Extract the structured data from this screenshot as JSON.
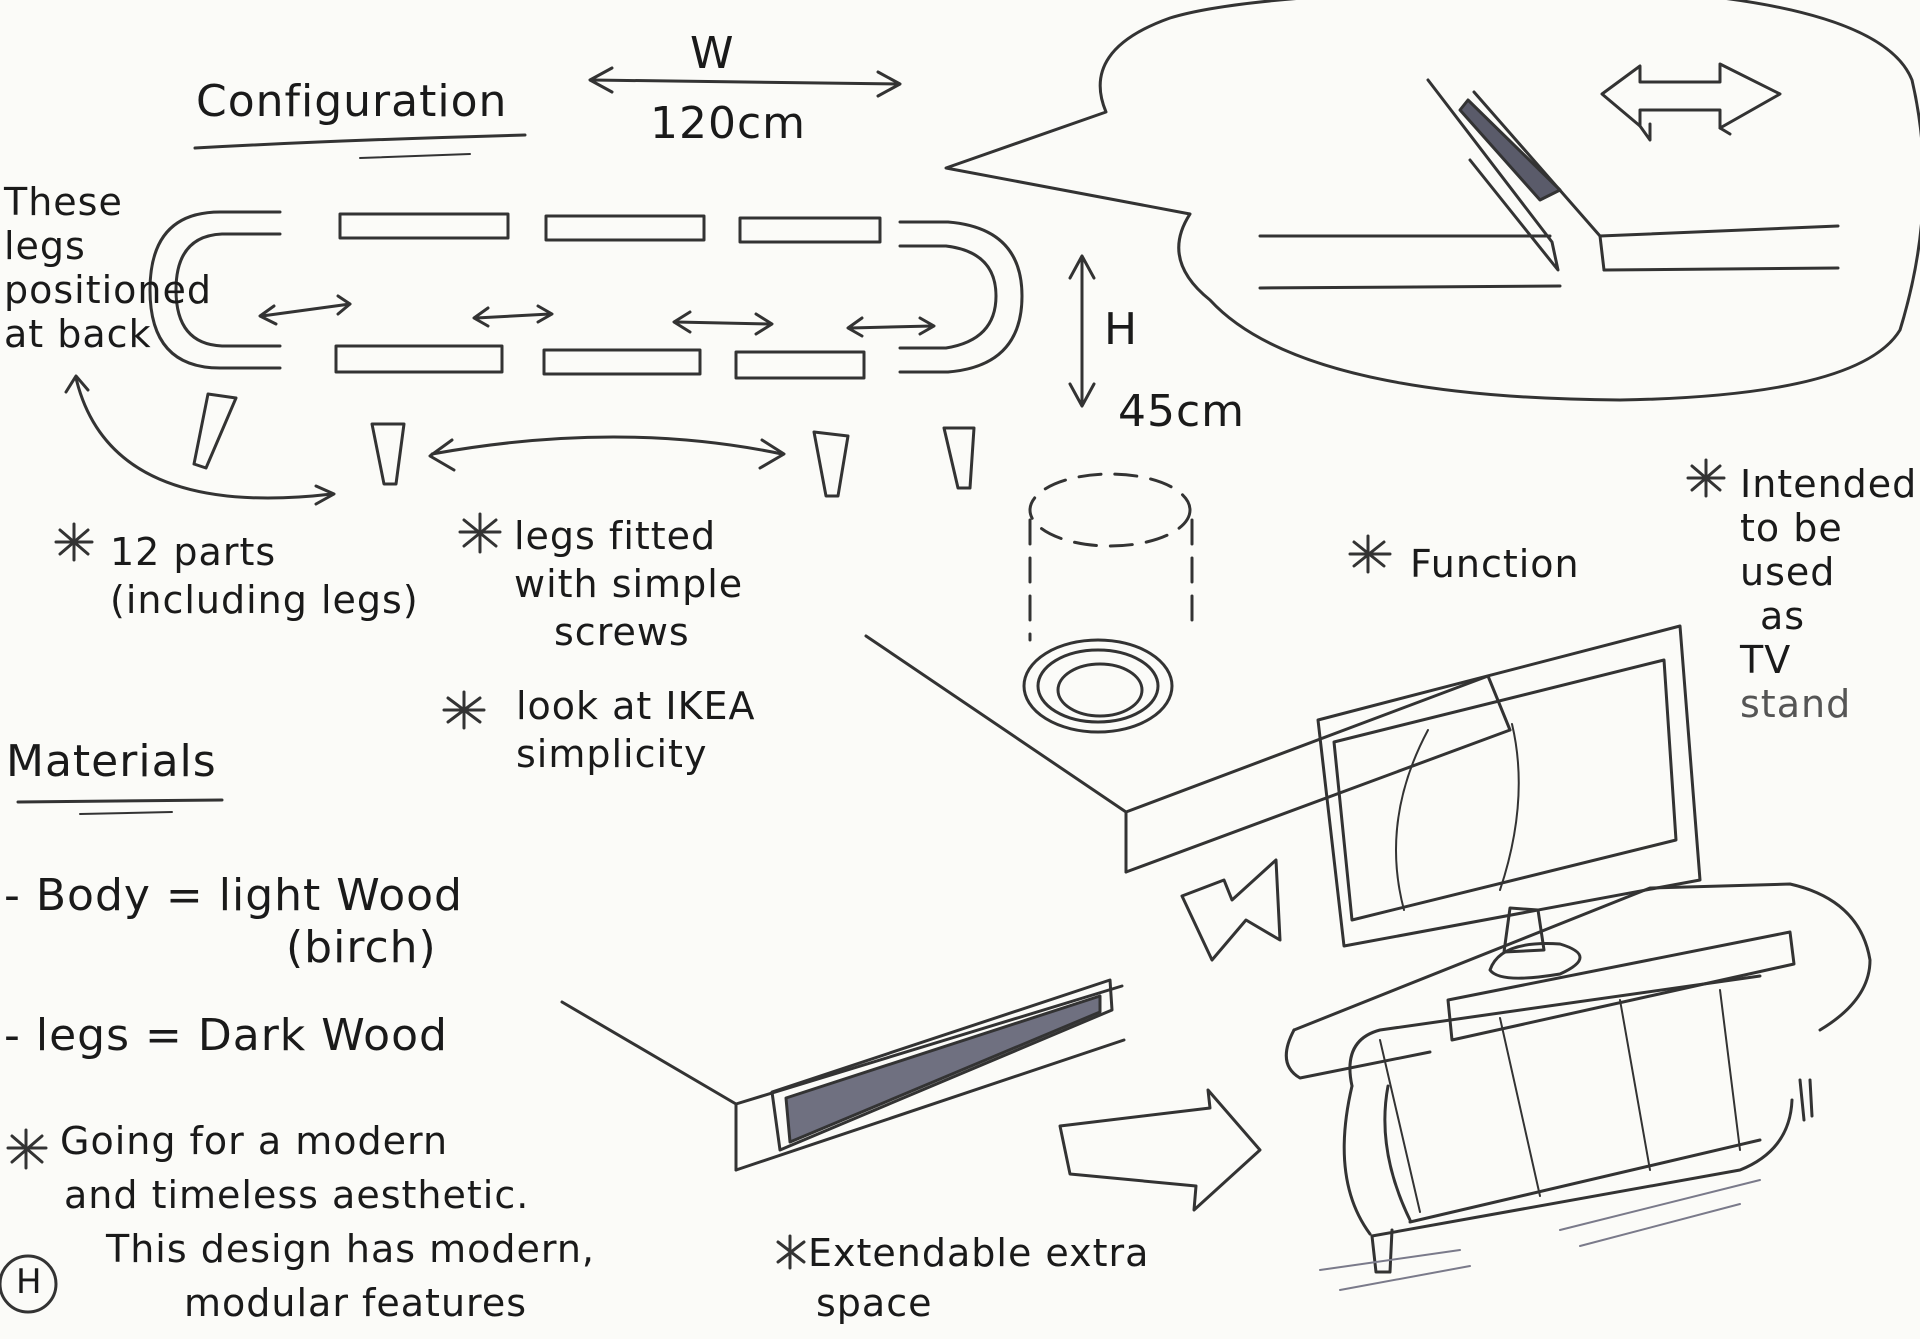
{
  "header": {
    "title": "Configuration",
    "width_label": "W",
    "width_value": "120cm"
  },
  "height": {
    "label": "H",
    "value": "45cm"
  },
  "notes": {
    "legs_position": [
      "These",
      "legs",
      "positioned",
      "at back"
    ],
    "parts": [
      "12 parts",
      "(including legs)"
    ],
    "screws": [
      "legs fitted",
      "with simple",
      "screws"
    ],
    "ikea": [
      "look at IKEA",
      "simplicity"
    ],
    "function": "Function",
    "intended": [
      "Intended",
      "to be",
      "used",
      "as",
      "TV",
      "stand"
    ],
    "extendable": [
      "Extendable extra",
      "space"
    ]
  },
  "materials": {
    "heading": "Materials",
    "body": "- Body = light Wood",
    "body_detail": "(birch)",
    "legs": "- legs = Dark Wood",
    "aesthetic": [
      "Going for a modern",
      "and timeless aesthetic.",
      "This design has modern,",
      "modular features"
    ]
  },
  "signature": "H",
  "colors": {
    "ink": "#1d1d1d",
    "pencil": "#444444",
    "paper": "#fbfbf8",
    "shade": "#6f7080"
  }
}
